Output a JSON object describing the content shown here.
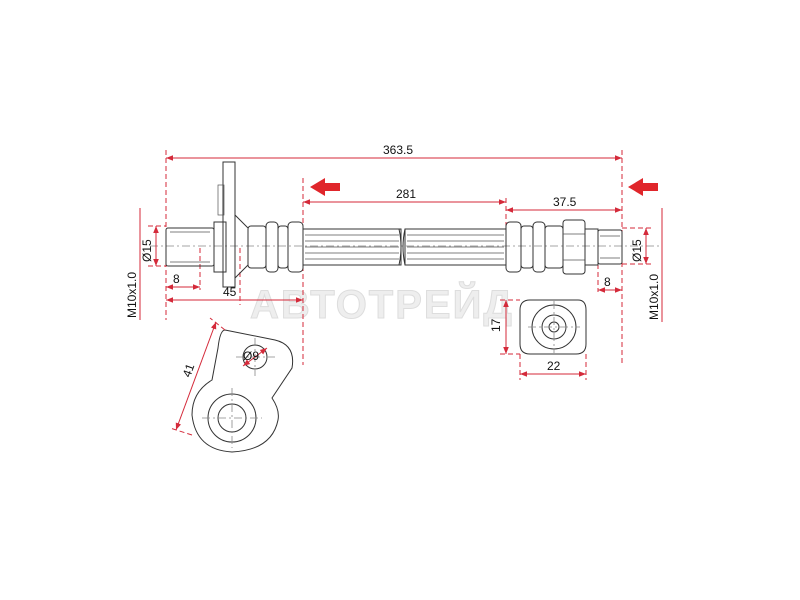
{
  "diagram": {
    "dimensions": {
      "overall_length": "363.5",
      "hose_length": "281",
      "end_fitting_length": "37.5",
      "left_fitting_length": "45",
      "left_thread_length": "8",
      "right_thread_length": "8",
      "left_diameter": "Ø15",
      "right_diameter": "Ø15",
      "left_thread": "M10x1.0",
      "right_thread": "M10x1.0",
      "bracket_length": "41",
      "bracket_hole": "Ø9",
      "end_view_height": "17",
      "end_view_width": "22"
    },
    "watermark": "АВТОТРЕЙД",
    "colors": {
      "dimension": "#d42a3a",
      "arrow": "#e0262b",
      "outline": "#333333"
    },
    "icons": [
      "mount-direction-arrow-icon",
      "mount-direction-arrow-icon"
    ]
  }
}
